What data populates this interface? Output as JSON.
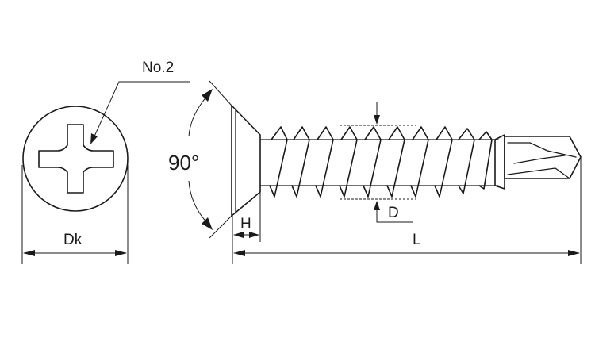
{
  "labels": {
    "drive": "No.2",
    "angle": "90°",
    "head_height": "H",
    "head_diameter": "Dk",
    "thread_diameter": "D",
    "length": "L"
  },
  "icons": {
    "head_view": "phillips-head-top-view",
    "screw": "countersunk-self-drilling-screw-side-view"
  },
  "colors": {
    "line": "#1a1a1a",
    "background": "#ffffff"
  }
}
